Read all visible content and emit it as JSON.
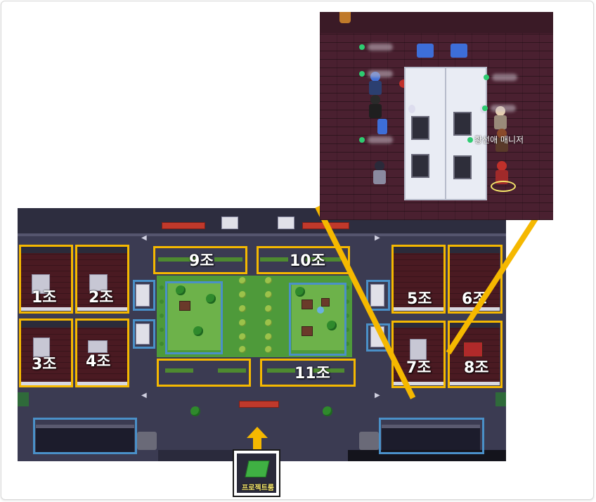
{
  "groups": [
    {
      "id": "g1",
      "label": "1조"
    },
    {
      "id": "g2",
      "label": "2조"
    },
    {
      "id": "g3",
      "label": "3조"
    },
    {
      "id": "g4",
      "label": "4조"
    },
    {
      "id": "g5",
      "label": "5조"
    },
    {
      "id": "g6",
      "label": "6조"
    },
    {
      "id": "g7",
      "label": "7조"
    },
    {
      "id": "g8",
      "label": "8조"
    },
    {
      "id": "g9",
      "label": "9조"
    },
    {
      "id": "g10",
      "label": "10조"
    },
    {
      "id": "g11",
      "label": "11조"
    }
  ],
  "inset": {
    "manager_name": "황선애 매니저"
  },
  "project_room": {
    "label": "프로젝트룸"
  },
  "colors": {
    "group_highlight": "#f5b800",
    "area_highlight": "#4a90c8",
    "floor": "#3b3b52",
    "room_floor": "#4a1a22",
    "garden": "#4e9a3a",
    "status_online": "#2ecc71"
  },
  "icons": {
    "project_room": "green-book-icon",
    "direction": "up-arrow-icon"
  }
}
